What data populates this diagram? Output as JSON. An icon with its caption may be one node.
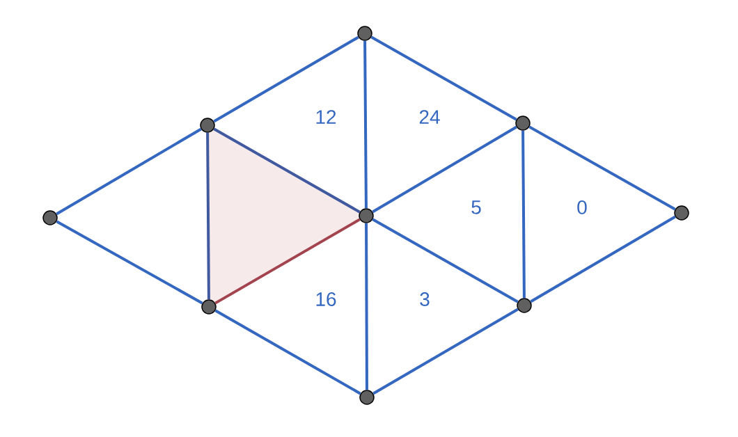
{
  "diagram": {
    "nodes": [
      {
        "text": [],
        "shape": "circle"
      },
      {
        "text": [],
        "shape": "circle"
      },
      {
        "text": [],
        "shape": "circle"
      },
      {
        "text": [],
        "shape": "circle"
      },
      {
        "text": [],
        "shape": "circle"
      },
      {
        "text": [],
        "shape": "circle"
      },
      {
        "text": [],
        "shape": "circle"
      },
      {
        "text": [],
        "shape": "circle"
      },
      {
        "text": [],
        "shape": "circle"
      }
    ],
    "edges": [
      {
        "from": 0,
        "to": 1,
        "arrow": "none"
      },
      {
        "from": 0,
        "to": 2,
        "arrow": "none"
      },
      {
        "from": 1,
        "to": 3,
        "arrow": "none"
      },
      {
        "from": 1,
        "to": 2,
        "arrow": "none",
        "color": "#40599f"
      },
      {
        "from": 1,
        "to": 4,
        "arrow": "none",
        "color": "#40599f"
      },
      {
        "from": 2,
        "to": 4,
        "arrow": "none",
        "color": "#a3434e"
      },
      {
        "from": 2,
        "to": 5,
        "arrow": "none"
      },
      {
        "from": 3,
        "to": 4,
        "arrow": "none"
      },
      {
        "from": 3,
        "to": 6,
        "arrow": "none"
      },
      {
        "from": 4,
        "to": 6,
        "arrow": "none"
      },
      {
        "from": 4,
        "to": 5,
        "arrow": "none"
      },
      {
        "from": 4,
        "to": 7,
        "arrow": "none"
      },
      {
        "from": 5,
        "to": 7,
        "arrow": "none"
      },
      {
        "from": 6,
        "to": 7,
        "arrow": "none"
      },
      {
        "from": 6,
        "to": 8,
        "arrow": "none"
      },
      {
        "from": 7,
        "to": 8,
        "arrow": "none"
      }
    ],
    "labels": [
      "12",
      "24",
      "5",
      "0",
      "16",
      "3"
    ]
  }
}
